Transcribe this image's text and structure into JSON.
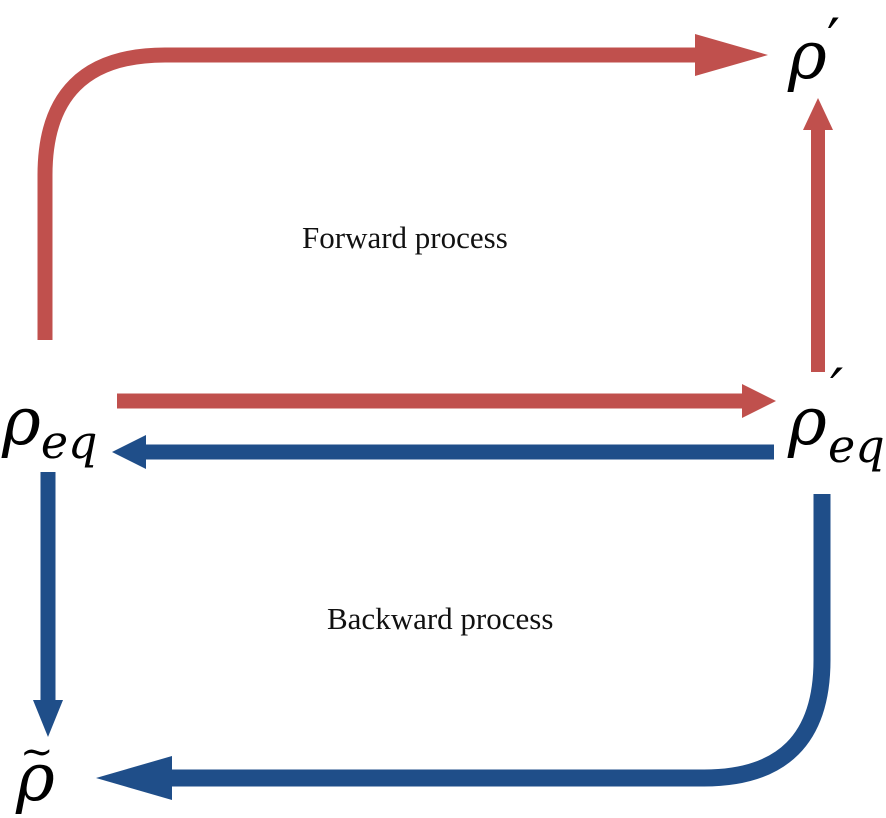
{
  "diagram": {
    "colors": {
      "forward": "#c0504d",
      "backward": "#1f4e89",
      "text": "#000000",
      "background": "#ffffff"
    },
    "nodes": {
      "rho_eq": {
        "symbol": "ρ",
        "subscript": "eq"
      },
      "rho_eq_prime": {
        "symbol": "ρ",
        "prime": "′",
        "subscript": "eq"
      },
      "rho_prime": {
        "symbol": "ρ",
        "prime": "′"
      },
      "rho_tilde": {
        "symbol": "ρ",
        "accent": "~"
      }
    },
    "labels": {
      "forward": "Forward process",
      "backward": "Backward process"
    },
    "edges": [
      {
        "from": "rho_eq",
        "to": "rho_prime",
        "process": "forward"
      },
      {
        "from": "rho_eq",
        "to": "rho_eq_prime",
        "process": "forward"
      },
      {
        "from": "rho_eq_prime",
        "to": "rho_prime",
        "process": "forward"
      },
      {
        "from": "rho_eq_prime",
        "to": "rho_eq",
        "process": "backward"
      },
      {
        "from": "rho_eq",
        "to": "rho_tilde",
        "process": "backward"
      },
      {
        "from": "rho_eq_prime",
        "to": "rho_tilde",
        "process": "backward"
      }
    ]
  }
}
